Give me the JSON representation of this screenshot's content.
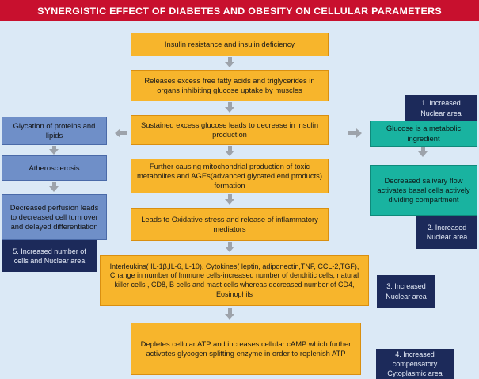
{
  "title": "SYNERGISTIC EFFECT OF DIABETES AND OBESITY ON CELLULAR PARAMETERS",
  "center_steps": [
    "Insulin resistance and insulin deficiency",
    "Releases excess free fatty acids and triglycerides in organs inhibiting glucose uptake by muscles",
    "Sustained excess glucose leads to decrease in insulin production",
    "Further causing  mitochondrial production of toxic metabolites and AGEs(advanced glycated end products) formation",
    "Leads to Oxidative stress and release of inflammatory mediators",
    "Interleukins( IL-1β,IL-6,IL-10), Cytokines( leptin, adiponectin,TNF, CCL-2,TGF), Change in number of Immune  cells-increased number of dendritic cells, natural killer cells , CD8, B cells and mast cells whereas decreased number of CD4, Eosinophils",
    "Depletes cellular ATP and increases cellular cAMP which further activates glycogen splitting enzyme in order to replenish ATP"
  ],
  "left_boxes": [
    "Glycation of proteins and lipids",
    "Atherosclerosis",
    "Decreased perfusion leads to decreased cell turn over and delayed differentiation"
  ],
  "right_boxes": [
    "Glucose is a metabolic ingredient",
    "Decreased salivary flow activates basal cells actively dividing compartment"
  ],
  "labels": {
    "l1": "1. Increased Nuclear  area",
    "l2": "2. Increased Nuclear area",
    "l3": "3. Increased Nuclear area",
    "l4": "4. Increased compensatory Cytoplasmic area",
    "l5": "5. Increased number of cells and  Nuclear area"
  }
}
